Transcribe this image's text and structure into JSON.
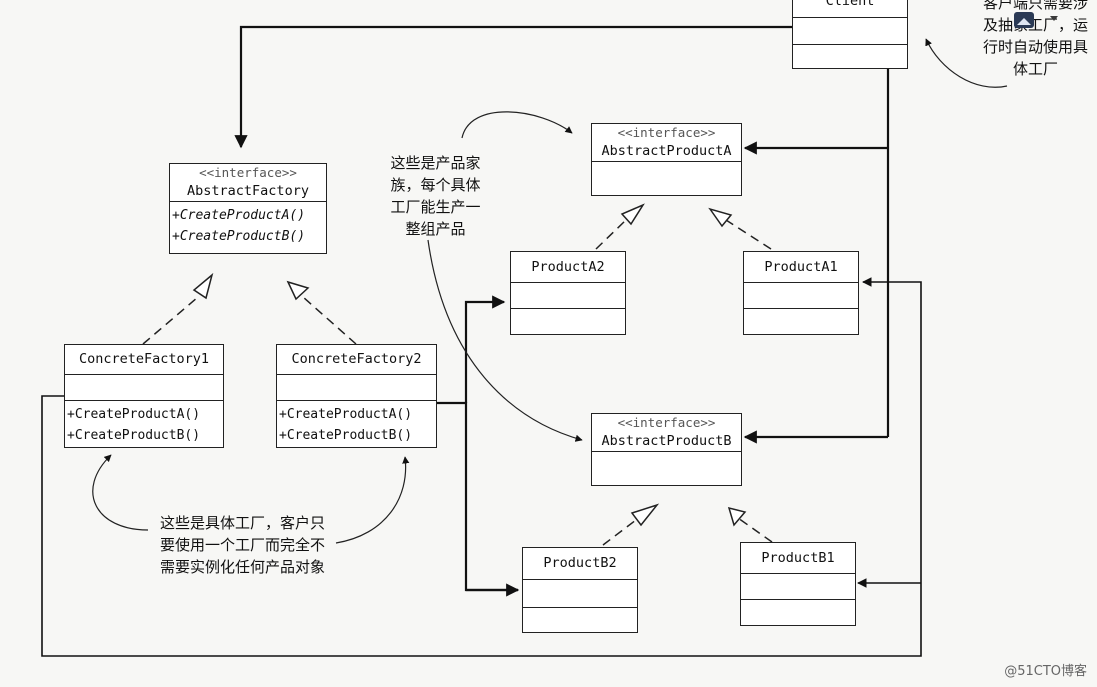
{
  "client": {
    "name": "Client"
  },
  "abstract_factory": {
    "stereotype": "<<interface>>",
    "name": "AbstractFactory",
    "ops": [
      "+CreateProductA()",
      "+CreateProductB()"
    ]
  },
  "concrete_factory_1": {
    "name": "ConcreteFactory1",
    "ops": [
      "+CreateProductA()",
      "+CreateProductB()"
    ]
  },
  "concrete_factory_2": {
    "name": "ConcreteFactory2",
    "ops": [
      "+CreateProductA()",
      "+CreateProductB()"
    ]
  },
  "abstract_product_a": {
    "stereotype": "<<interface>>",
    "name": "AbstractProductA"
  },
  "abstract_product_b": {
    "stereotype": "<<interface>>",
    "name": "AbstractProductB"
  },
  "product_a1": {
    "name": "ProductA1"
  },
  "product_a2": {
    "name": "ProductA2"
  },
  "product_b1": {
    "name": "ProductB1"
  },
  "product_b2": {
    "name": "ProductB2"
  },
  "notes": {
    "client_note": [
      "客户端只需要涉",
      "及抽象工厂，运",
      "行时自动使用具",
      "体工厂"
    ],
    "product_family": [
      "这些是产品家",
      "族，每个具体",
      "工厂能生产一",
      "整组产品"
    ],
    "concrete_factories": [
      "这些是具体工厂，客户只",
      "要使用一个工厂而完全不",
      "需要实例化任何产品对象"
    ]
  },
  "icons": {
    "toolbar_image": "image-icon",
    "toolbar_caret": "caret-down-icon"
  },
  "watermark": "@51CTO博客"
}
